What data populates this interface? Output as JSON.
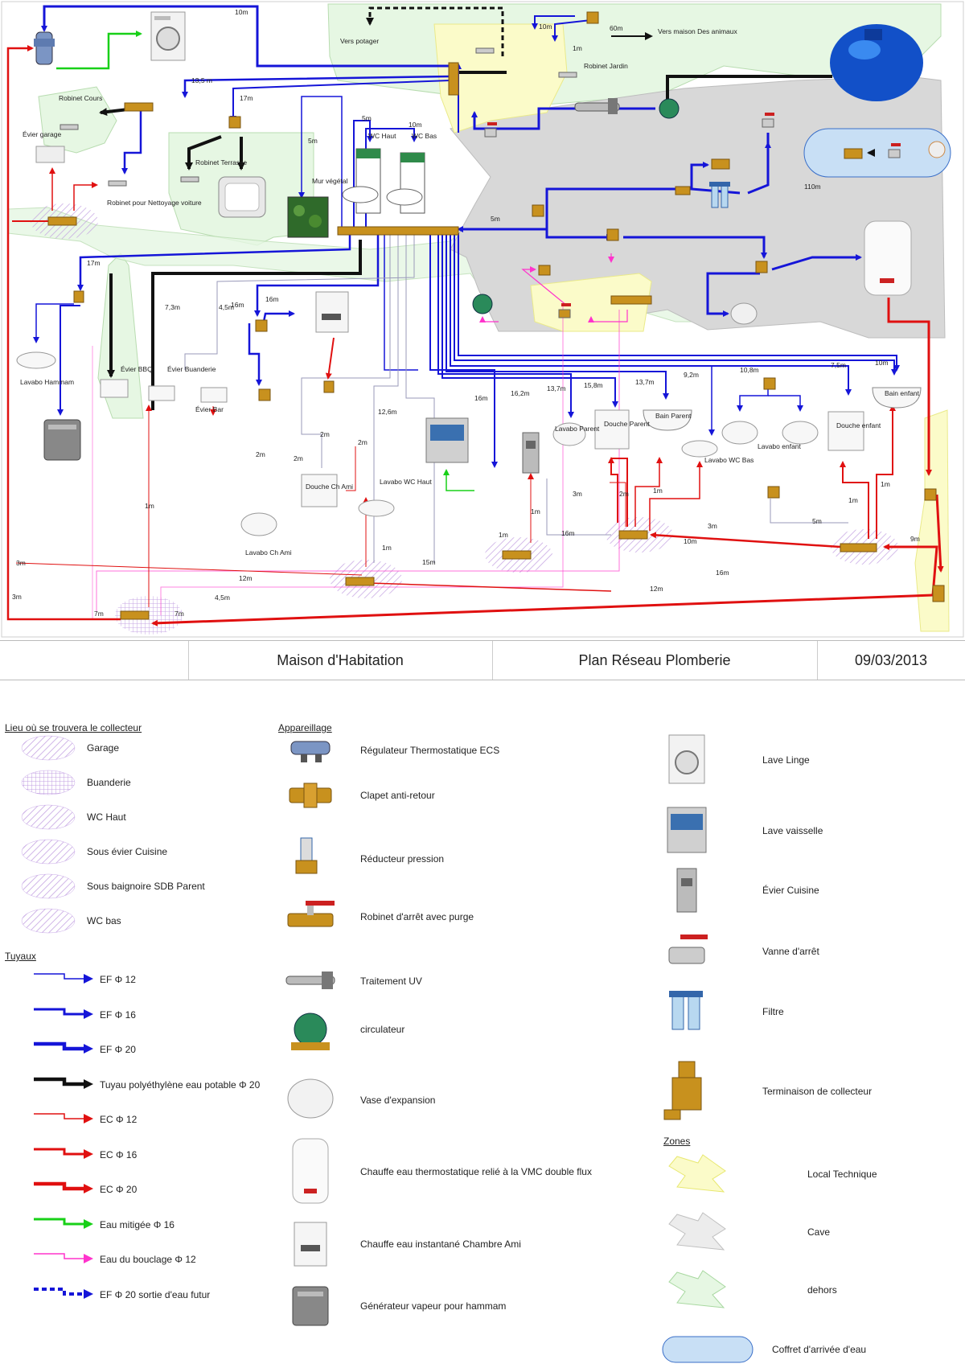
{
  "title_block": {
    "left": "Maison d'Habitation",
    "middle": "Plan Réseau Plomberie",
    "date": "09/03/2013"
  },
  "colors": {
    "ef": "#1515d8",
    "ec": "#e01010",
    "black": "#111111",
    "mixed": "#18d018",
    "loop": "#ff33cc",
    "outside_zone": "#e6f7e3",
    "cave_zone": "#d8d8d8",
    "tech_zone": "#fbfbc9",
    "arrival_zone": "#c8dff5",
    "collector_zone": "#c9a8e8",
    "valve_brass": "#c8911e",
    "valve_red": "#cc2020"
  },
  "plan": {
    "places": {
      "potager": "Vers potager",
      "maison_animaux": "Vers maison Des animaux",
      "robinet_jardin": "Robinet Jardin",
      "robinet_cours": "Robinet Cours",
      "evier_garage": "Évier garage",
      "robinet_terrasse": "Robinet Terrasse",
      "robinet_voiture": "Robinet pour Nettoyage voiture",
      "mur_vegetal": "Mur végétal",
      "wc_haut": "WC Haut",
      "wc_bas": "WC Bas",
      "lavabo_hammam": "Lavabo Hammam",
      "evier_bbq": "Évier BBQ",
      "evier_buanderie": "Évier Buanderie",
      "evier_bar": "Évier Bar",
      "douche_ch_ami": "Douche Ch Ami",
      "lavabo_ch_ami": "Lavabo Ch Ami",
      "lavabo_wc_haut": "Lavabo WC Haut",
      "lavabo_parent": "Lavabo Parent",
      "douche_parent": "Douche Parent",
      "bain_parent": "Bain Parent",
      "lavabo_wc_bas": "Lavabo WC Bas",
      "lavabo_enfant": "Lavabo enfant",
      "douche_enfant": "Douche enfant",
      "bain_enfant": "Bain enfant"
    },
    "lengths": {
      "l10m_top": "10m",
      "l13_5m": "13,5 m",
      "l17m_a": "17m",
      "l5m_a": "5m",
      "l5m_b": "5m",
      "l10m_b": "10m",
      "l10m_c": "10m",
      "l1m_a": "1m",
      "l60m": "60m",
      "l5m_c": "5m",
      "l110m": "110m",
      "l17m_b": "17m",
      "l7_3m": "7,3m",
      "l4_5m": "4,5m",
      "l16m_a": "16m",
      "l16m_b": "16m",
      "l2m_a": "2m",
      "l2m_b": "2m",
      "l2m_c": "2m",
      "l2m_d": "2m",
      "l12_6m": "12,6m",
      "l16m_c": "16m",
      "l16_2m": "16,2m",
      "l13_7m_a": "13,7m",
      "l15_8m": "15,8m",
      "l13_7m_b": "13,7m",
      "l9_2m": "9,2m",
      "l10_8m": "10,8m",
      "l7_5m": "7,5m",
      "l10m_d": "10m",
      "l3m_a": "3m",
      "l2m_e": "2m",
      "l1m_b": "1m",
      "l16m_d": "16m",
      "l3m_b": "3m",
      "l10m_e": "10m",
      "l5m_d": "5m",
      "l1m_c": "1m",
      "l1m_d": "1m",
      "l9m": "9m",
      "l1m_e": "1m",
      "l1m_f": "1m",
      "l1m_g": "1m",
      "l16m_e": "16m",
      "l15m": "15m",
      "l12m": "12m",
      "l12m_b": "12m",
      "l3m_c": "3m",
      "l3m_d": "3m",
      "l4_5m_b": "4,5m",
      "l7m_a": "7m",
      "l7m_b": "7m",
      "l1m_h": "1m"
    }
  },
  "legend": {
    "collector_heading": "Lieu où se trouvera le collecteur",
    "collectors": [
      "Garage",
      "Buanderie",
      "WC Haut",
      "Sous évier Cuisine",
      "Sous baignoire SDB Parent",
      "WC bas"
    ],
    "pipes_heading": "Tuyaux",
    "pipes": [
      {
        "label": "EF Φ 12",
        "color": "#1515d8",
        "width": 1.5,
        "dash": ""
      },
      {
        "label": "EF Φ 16",
        "color": "#1515d8",
        "width": 3,
        "dash": ""
      },
      {
        "label": "EF Φ 20",
        "color": "#1515d8",
        "width": 4.5,
        "dash": ""
      },
      {
        "label": "Tuyau polyéthylène eau potable Φ 20",
        "color": "#111111",
        "width": 4.5,
        "dash": ""
      },
      {
        "label": "EC Φ 12",
        "color": "#e01010",
        "width": 1.5,
        "dash": ""
      },
      {
        "label": "EC Φ 16",
        "color": "#e01010",
        "width": 3,
        "dash": ""
      },
      {
        "label": "EC Φ 20",
        "color": "#e01010",
        "width": 4.5,
        "dash": ""
      },
      {
        "label": "Eau mitigée Φ 16",
        "color": "#18d018",
        "width": 3,
        "dash": ""
      },
      {
        "label": "Eau du bouclage Φ 12",
        "color": "#ff33cc",
        "width": 1.5,
        "dash": ""
      },
      {
        "label": "EF  Φ 20 sortie d'eau futur",
        "color": "#1515d8",
        "width": 4,
        "dash": "6,4"
      }
    ],
    "equipment_heading": "Appareillage",
    "equipment": [
      {
        "label": "Régulateur Thermostatique   ECS",
        "icon": "thermostatic-regulator-icon"
      },
      {
        "label": "Clapet anti-retour",
        "icon": "check-valve-icon"
      },
      {
        "label": "Réducteur pression",
        "icon": "pressure-reducer-icon"
      },
      {
        "label": "Robinet d'arrêt avec purge",
        "icon": "drain-valve-icon"
      },
      {
        "label": "Traitement UV",
        "icon": "uv-treatment-icon"
      },
      {
        "label": "circulateur",
        "icon": "circulator-pump-icon"
      },
      {
        "label": "Vase d'expansion",
        "icon": "expansion-vessel-icon"
      },
      {
        "label": "Chauffe eau thermostatique relié à la VMC double flux",
        "icon": "water-heater-icon"
      },
      {
        "label": "Chauffe eau instantané Chambre  Ami",
        "icon": "instant-heater-icon"
      },
      {
        "label": "Générateur vapeur pour hammam",
        "icon": "steam-generator-icon"
      }
    ],
    "appliances": [
      {
        "label": "Lave Linge",
        "icon": "washing-machine-icon"
      },
      {
        "label": "Lave vaisselle",
        "icon": "dishwasher-icon"
      },
      {
        "label": "Évier Cuisine",
        "icon": "kitchen-sink-icon"
      },
      {
        "label": "Vanne d'arrêt",
        "icon": "shutoff-valve-icon"
      },
      {
        "label": "Filtre",
        "icon": "filter-icon"
      },
      {
        "label": "Terminaison de collecteur",
        "icon": "collector-end-icon"
      }
    ],
    "zones_heading": "Zones",
    "zones": [
      {
        "label": "Local Technique",
        "color": "#fbfbc9",
        "stroke": "#e8e870"
      },
      {
        "label": "Cave",
        "color": "#ececec",
        "stroke": "#c0c0c0"
      },
      {
        "label": "dehors",
        "color": "#e6f7e3",
        "stroke": "#a8d8a0"
      },
      {
        "label": "Coffret d'arrivée d'eau",
        "color": "#c8dff5",
        "stroke": "#3a6fc8"
      }
    ]
  }
}
